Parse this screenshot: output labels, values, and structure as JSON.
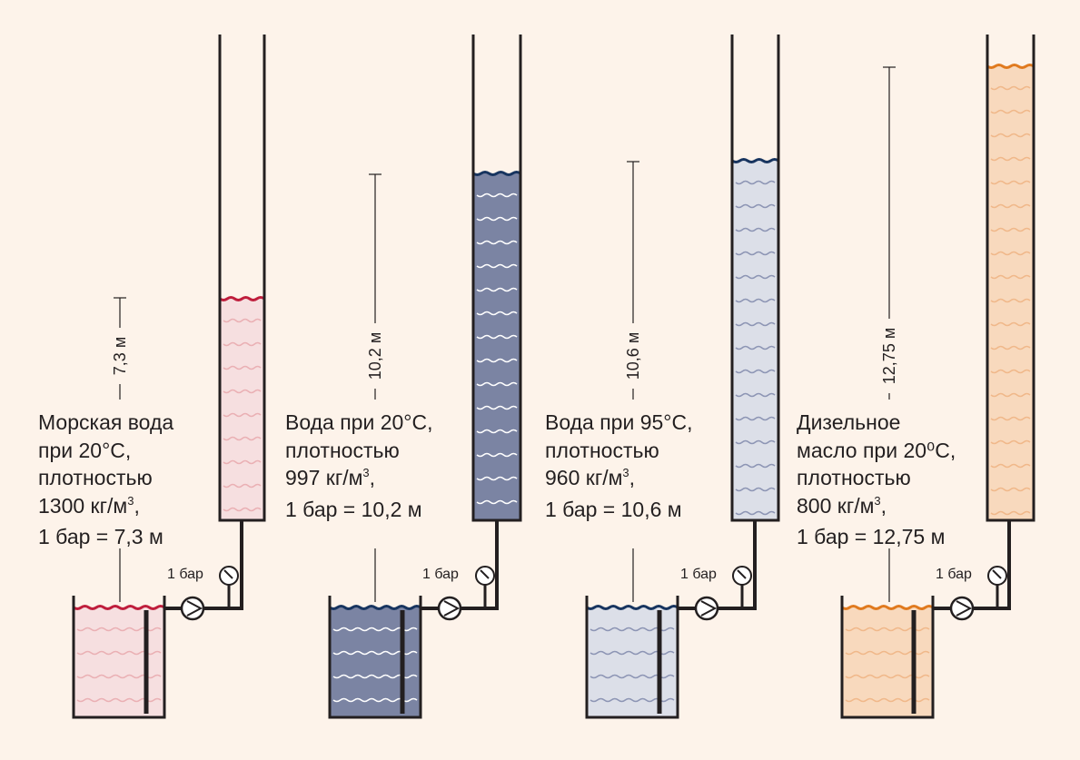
{
  "columns": [
    {
      "id": "seawater",
      "height_label": "7,3 м",
      "pressure_label": "1 бар",
      "caption": [
        "Морская вода",
        "при 20°С,",
        "плотностью",
        "1300 кг/м",
        "1 бар = 7,3 м"
      ],
      "colors": {
        "fill": "#f6dfe0",
        "surface": "#bf1e3c",
        "wave": "#eab0b4"
      }
    },
    {
      "id": "water20",
      "height_label": "10,2 м",
      "pressure_label": "1 бар",
      "caption": [
        "Вода при 20°С,",
        "плотностью",
        "997 кг/м",
        "1 бар = 10,2 м"
      ],
      "colors": {
        "fill": "#7b84a3",
        "surface": "#17345f",
        "wave": "#ffffff"
      }
    },
    {
      "id": "water95",
      "height_label": "10,6 м",
      "pressure_label": "1 бар",
      "caption": [
        "Вода при 95°С,",
        "плотностью",
        "960 кг/м",
        "1 бар = 10,6 м"
      ],
      "colors": {
        "fill": "#dcdfe8",
        "surface": "#17345f",
        "wave": "#8d95b4"
      }
    },
    {
      "id": "diesel",
      "height_label": "12,75 м",
      "pressure_label": "1 бар",
      "caption": [
        "Дизельное",
        "масло при 20⁰С,",
        "плотностью",
        "800 кг/м",
        "1 бар = 12,75 м"
      ],
      "colors": {
        "fill": "#f8d9bd",
        "surface": "#e07a1f",
        "wave": "#f0b88a"
      }
    }
  ],
  "superscript": "3",
  "colors": {
    "background": "#fdf3ea",
    "line": "#231f20"
  }
}
